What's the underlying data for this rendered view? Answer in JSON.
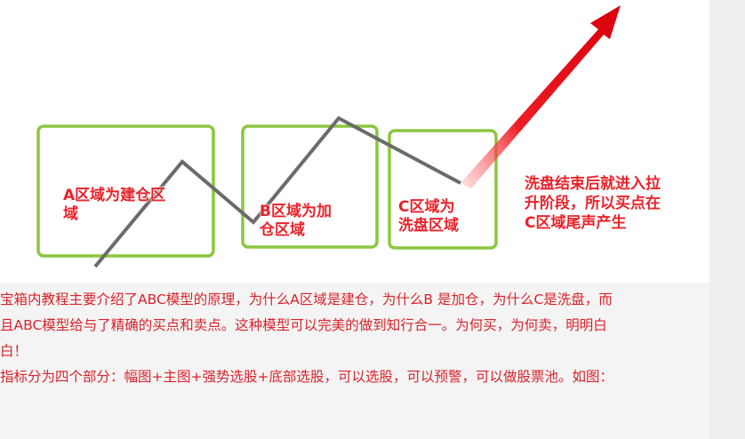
{
  "diagram": {
    "zones": [
      {
        "id": "A",
        "line1": "A区域为建仓区",
        "line2": "域"
      },
      {
        "id": "B",
        "line1": "B区域为加",
        "line2": "仓区域"
      },
      {
        "id": "C",
        "line1": "C区域为",
        "line2": "洗盘区域"
      }
    ],
    "note": {
      "line1": "洗盘结束后就进入拉",
      "line2": "升阶段，所以买点在",
      "line3": "C区域尾声产生"
    },
    "colors": {
      "zone_border": "#8cc63f",
      "price_line": "#6b6b6b",
      "arrow": "#e8141b",
      "label_text": "#e8232b"
    }
  },
  "article": {
    "para1_line1": "宝箱内教程主要介绍了ABC模型的原理，为什么A区域是建仓，为什么B 是加仓，为什么C是洗盘，而",
    "para1_line2": "且ABC模型给与了精确的买点和卖点。这种模型可以完美的做到知行合一。为何买，为何卖，明明白",
    "para1_line3": "白！",
    "para2_line1": "指标分为四个部分：幅图+主图+强势选股+底部选股，可以选股，可以预警，可以做股票池。如图："
  }
}
